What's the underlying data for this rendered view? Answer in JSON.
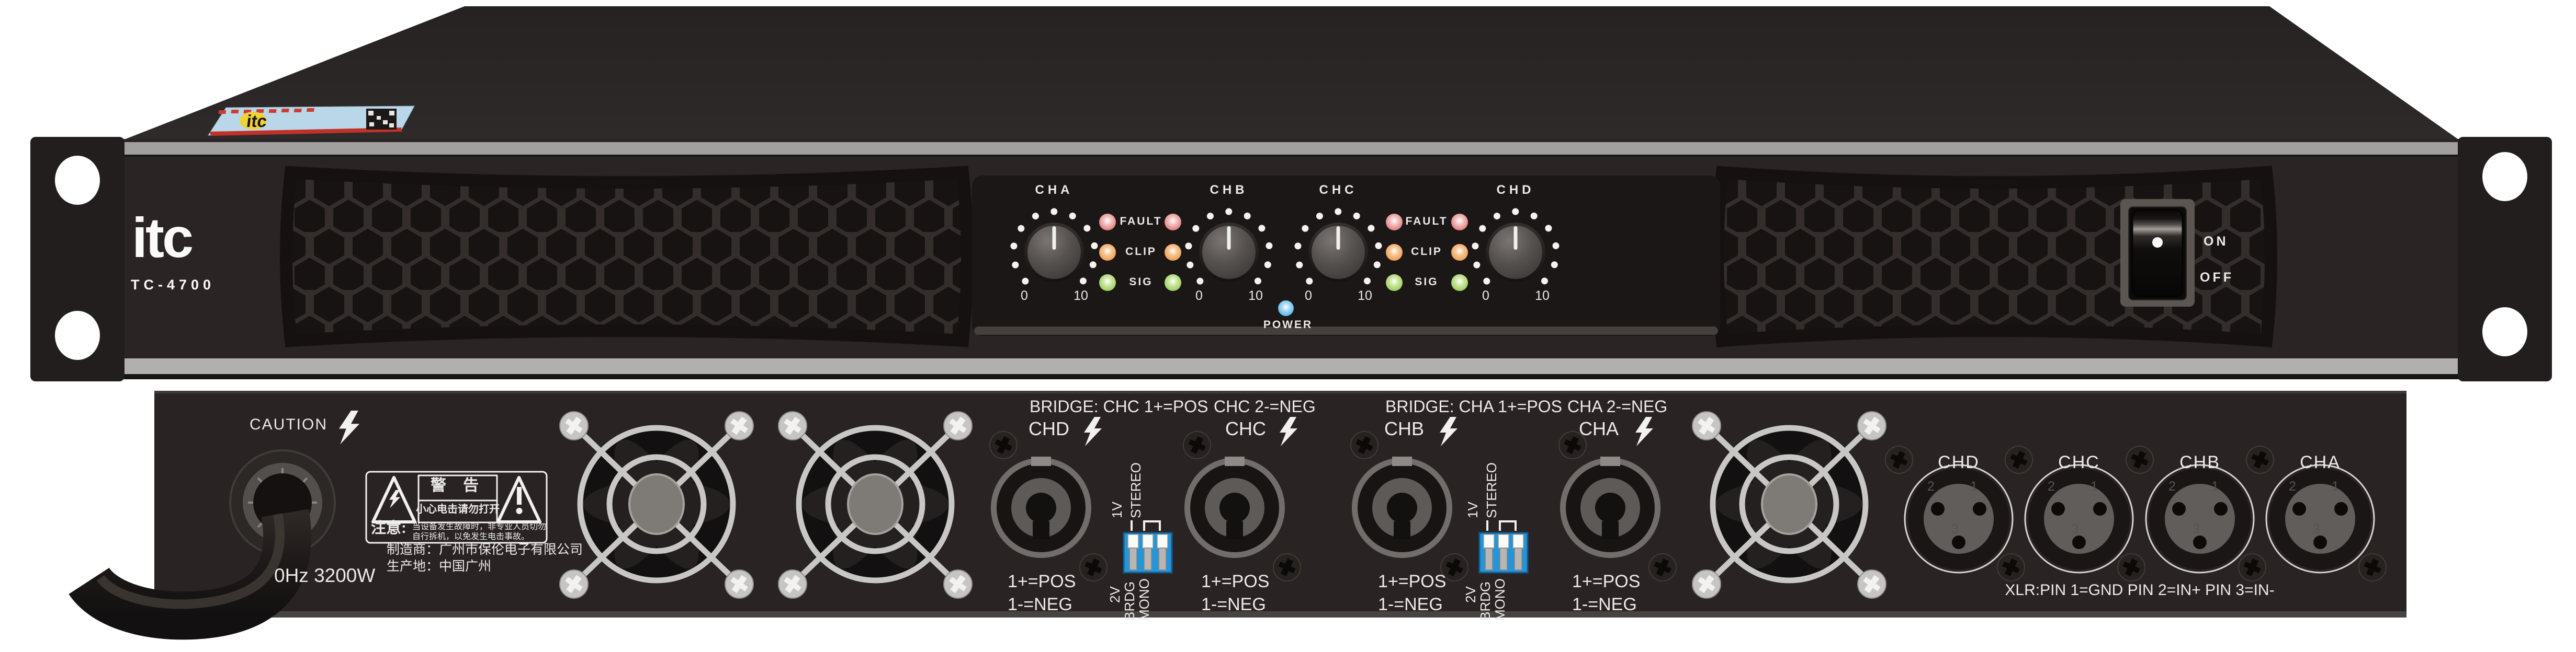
{
  "device": {
    "brand": "itc",
    "model": "TC-4700"
  },
  "front": {
    "channels": [
      {
        "label": "CHA",
        "min": "0",
        "max": "10"
      },
      {
        "label": "CHB",
        "min": "0",
        "max": "10"
      },
      {
        "label": "CHC",
        "min": "0",
        "max": "10"
      },
      {
        "label": "CHD",
        "min": "0",
        "max": "10"
      }
    ],
    "led_groups": [
      {
        "labels": [
          "FAULT",
          "CLIP",
          "SIG"
        ]
      },
      {
        "labels": [
          "FAULT",
          "CLIP",
          "SIG"
        ]
      }
    ],
    "power_label": "POWER",
    "power_switch": {
      "on": "ON",
      "off": "OFF"
    }
  },
  "rear": {
    "caution": "CAUTION",
    "speaker_groups": [
      {
        "bridge_pos": "BRIDGE: CHC 1+=POS",
        "bridge_neg": "CHC 2-=NEG",
        "left": {
          "label": "CHD",
          "pin_pos": "1+=POS",
          "pin_neg": "1-=NEG"
        },
        "right": {
          "label": "CHC",
          "pin_pos": "1+=POS",
          "pin_neg": "1-=NEG"
        }
      },
      {
        "bridge_pos": "BRIDGE: CHA 1+=POS",
        "bridge_neg": "CHA 2-=NEG",
        "left": {
          "label": "CHB",
          "pin_pos": "1+=POS",
          "pin_neg": "1-=NEG"
        },
        "right": {
          "label": "CHA",
          "pin_pos": "1+=POS",
          "pin_neg": "1-=NEG"
        }
      }
    ],
    "dip": {
      "top": [
        "1V",
        "STEREO"
      ],
      "bottom": [
        "2V",
        "BRDG",
        "MONO"
      ]
    },
    "xlr": {
      "labels": [
        "CHD",
        "CHC",
        "CHB",
        "CHA"
      ],
      "pins": [
        "2",
        "1",
        "3"
      ],
      "note": "XLR:PIN 1=GND PIN 2=IN+ PIN 3=IN-"
    },
    "warning": {
      "title": "警 告",
      "line": "小心电击请勿打开",
      "attn": "注意:",
      "text1": "当设备发生故障时，非专业人员切勿",
      "text2": "自行拆机，以免发生电击事故。"
    },
    "maker": "制造商：广州市保伦电子有限公司",
    "origin": "生产地：中国广州",
    "rating": "0Hz 3200W"
  },
  "icons": {
    "bolt": "lightning-bolt",
    "warn_left": "high-voltage-triangle",
    "warn_right": "exclamation-triangle",
    "screw": "phillips-screw",
    "fan": "cooling-fan",
    "speakon": "speakon-connector",
    "xlr": "xlr-connector"
  },
  "colors": {
    "chassis": "#2a2524",
    "panel_recess": "#1b1717",
    "trim_gray": "#a8a6a4",
    "dip_blue": "#2395d8",
    "led_fault": "#e98b8b",
    "led_clip": "#f2a963",
    "led_sig": "#a6d36e",
    "led_power": "#6cc0ee"
  }
}
